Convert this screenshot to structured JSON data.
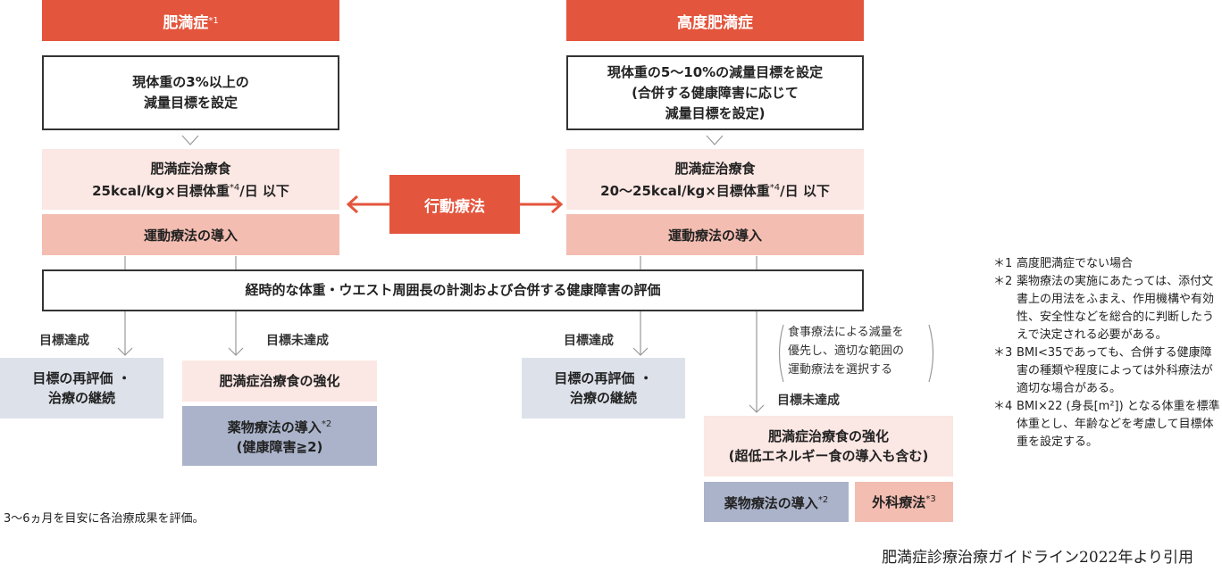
{
  "left": {
    "header": "肥満症",
    "header_mark": "*1",
    "target": [
      "現体重の3%以上の",
      "減量目標を設定"
    ],
    "diet_title": "肥満症治療食",
    "diet_amount_pre": "25kcal/kg×目標体重",
    "diet_amount_mark": "*4",
    "diet_amount_post": "/日 以下",
    "exercise": "運動療法の導入",
    "achieved": "目標達成",
    "not_achieved": "目標未達成",
    "reeval": [
      "目標の再評価 ・",
      "治療の継続"
    ],
    "diet_strengthen": "肥満症治療食の強化",
    "drug_line1": "薬物療法の導入",
    "drug_mark": "*2",
    "drug_line2": "(健康障害≧2)"
  },
  "right": {
    "header": "高度肥満症",
    "target": [
      "現体重の5～10%の減量目標を設定",
      "(合併する健康障害に応じて",
      "減量目標を設定)"
    ],
    "diet_title": "肥満症治療食",
    "diet_amount_pre": "20～25kcal/kg×目標体重",
    "diet_amount_mark": "*4",
    "diet_amount_post": "/日 以下",
    "exercise": "運動療法の導入",
    "achieved": "目標達成",
    "reeval": [
      "目標の再評価 ・",
      "治療の継続"
    ],
    "priority_note": [
      "食事療法による減量を",
      "優先し、適切な範囲の",
      "運動療法を選択する"
    ],
    "not_achieved": "目標未達成",
    "diet_strengthen": [
      "肥満症治療食の強化",
      "(超低エネルギー食の導入も含む)"
    ],
    "drug": "薬物療法の導入",
    "drug_mark": "*2",
    "surgery": "外科療法",
    "surgery_mark": "*3"
  },
  "behavior": "行動療法",
  "evaluation": "経時的な体重・ウエスト周囲長の計測および合併する健康障害の評価",
  "period_note": "3～6ヵ月を目安に各治療成果を評価。",
  "footnotes": [
    {
      "mark": "＊1",
      "text": "高度肥満症でない場合"
    },
    {
      "mark": "＊2",
      "text": "薬物療法の実施にあたっては、添付文書上の用法をふまえ、作用機構や有効性、安全性などを総合的に判断したうえで決定される必要がある。"
    },
    {
      "mark": "＊3",
      "text": "BMI<35であっても、合併する健康障害の種類や程度によっては外科療法が適切な場合がある。"
    },
    {
      "mark": "＊4",
      "text": "BMI×22 (身長[m²]) となる体重を標準体重とし、年齢などを考慮して目標体重を設定する。"
    }
  ],
  "citation": "肥満症診療治療ガイドライン2022年より引用",
  "colors": {
    "header": "#e4553d",
    "pink_light": "#fbe7e3",
    "pink_mid": "#f3bdb1",
    "gray_blue": "#dde1ea",
    "slate": "#aab3ca"
  }
}
